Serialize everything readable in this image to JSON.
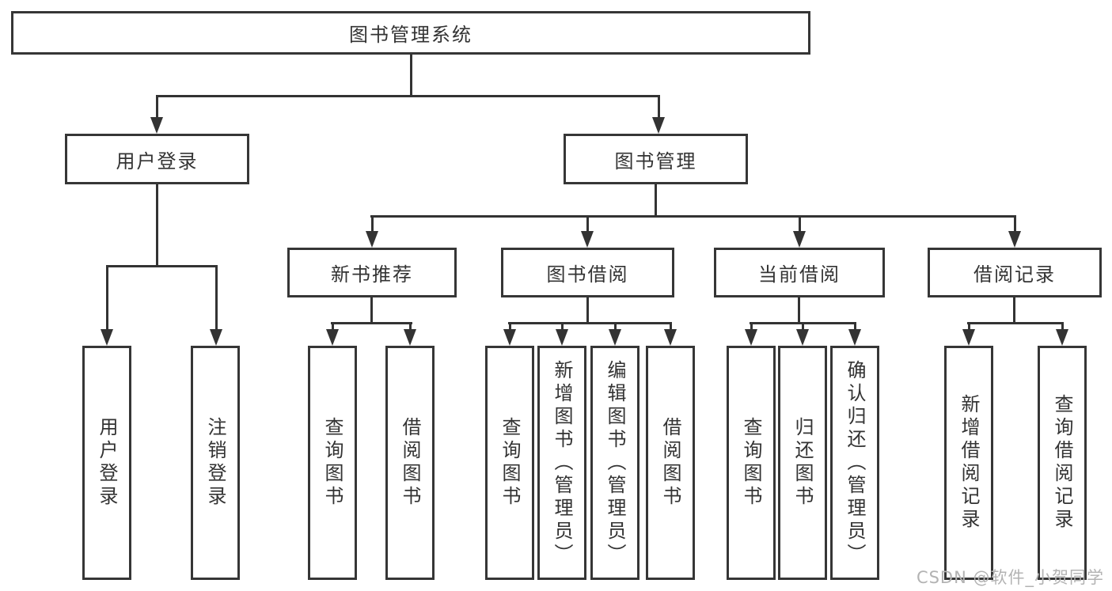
{
  "diagram": {
    "root": {
      "label": "图书管理系统"
    },
    "level2": [
      {
        "label": "用户登录"
      },
      {
        "label": "图书管理"
      }
    ],
    "level3": [
      {
        "label": "新书推荐"
      },
      {
        "label": "图书借阅"
      },
      {
        "label": "当前借阅"
      },
      {
        "label": "借阅记录"
      }
    ],
    "leaves": [
      {
        "label": "用户登录"
      },
      {
        "label": "注销登录"
      },
      {
        "label": "查询图书"
      },
      {
        "label": "借阅图书"
      },
      {
        "label": "查询图书"
      },
      {
        "label": "新增图书（管理员）"
      },
      {
        "label": "编辑图书（管理员）"
      },
      {
        "label": "借阅图书"
      },
      {
        "label": "查询图书"
      },
      {
        "label": "归还图书"
      },
      {
        "label": "确认归还（管理员）"
      },
      {
        "label": "新增借阅记录"
      },
      {
        "label": "查询借阅记录"
      }
    ]
  },
  "watermark": {
    "text": "CSDN @软件_小贺同学"
  },
  "colors": {
    "line": "#333333",
    "border": "#363636",
    "text": "#333333",
    "watermark": "#b3b3b3",
    "background": "#ffffff"
  }
}
